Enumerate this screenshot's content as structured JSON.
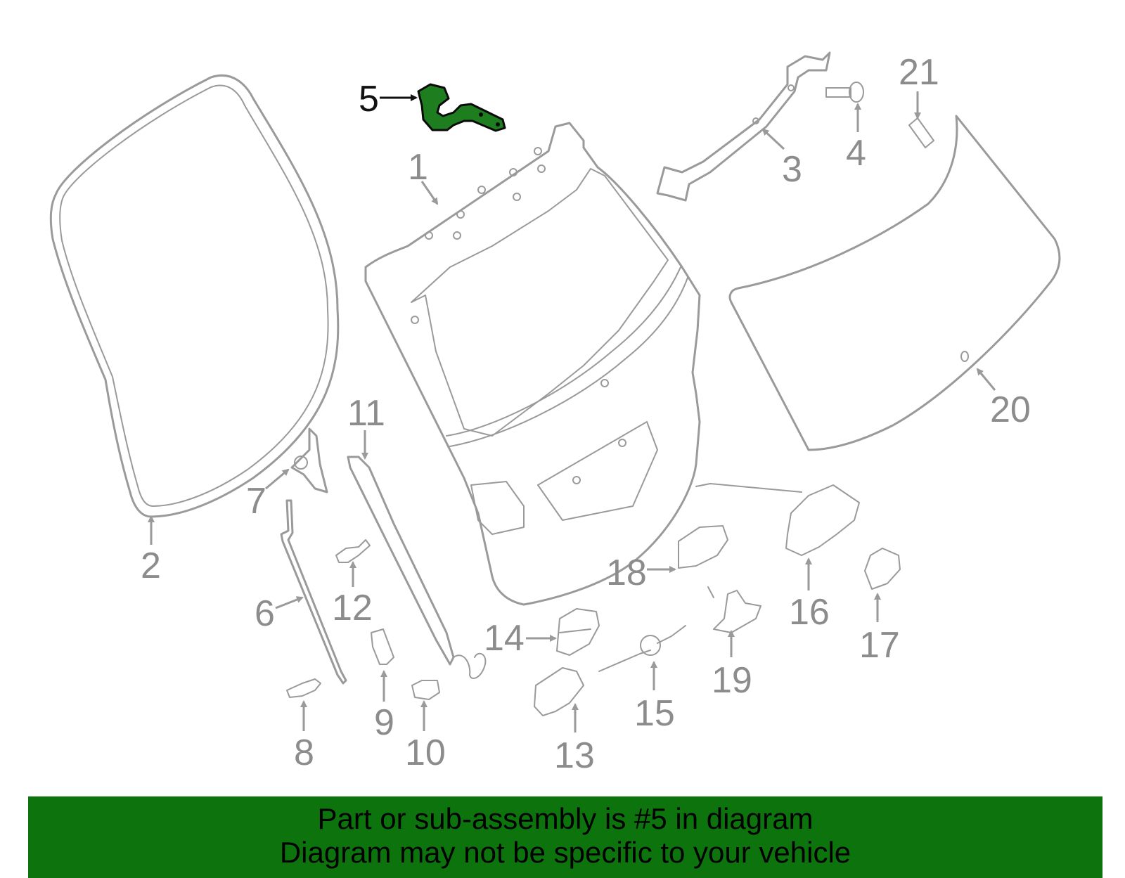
{
  "colors": {
    "highlight": "#1e7d1e",
    "banner": "#0d730d",
    "part_stroke": "#9a9a9a",
    "label": "#8c8c8c"
  },
  "callouts": {
    "c1": "1",
    "c2": "2",
    "c3": "3",
    "c4": "4",
    "c5": "5",
    "c6": "6",
    "c7": "7",
    "c8": "8",
    "c9": "9",
    "c10": "10",
    "c11": "11",
    "c12": "12",
    "c13": "13",
    "c14": "14",
    "c15": "15",
    "c16": "16",
    "c17": "17",
    "c18": "18",
    "c19": "19",
    "c20": "20",
    "c21": "21"
  },
  "highlighted_part": "5",
  "banner": {
    "line1": "Part or sub-assembly is #5 in diagram",
    "line2": "Diagram may not be specific to your vehicle"
  }
}
